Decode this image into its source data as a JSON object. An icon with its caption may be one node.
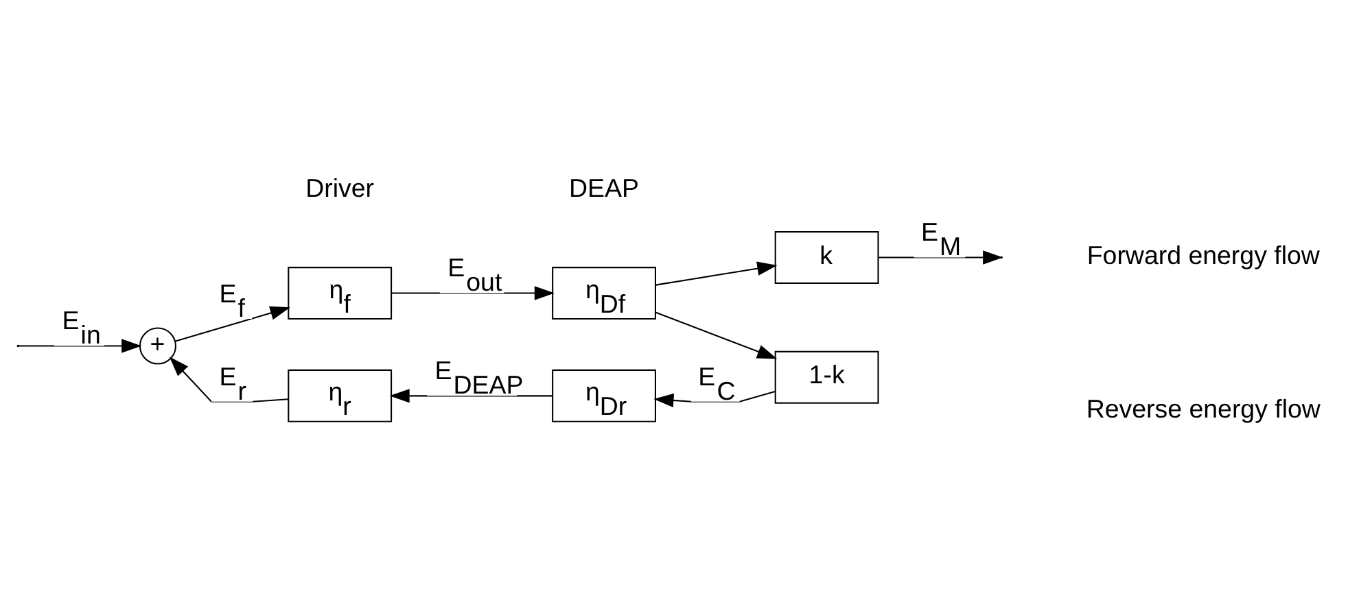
{
  "diagram": {
    "nodes": [
      {
        "text": [
          "+"
        ]
      },
      {
        "text": [
          "η$_{f}$"
        ]
      },
      {
        "text": [
          "η$_{Df}$"
        ]
      },
      {
        "text": [
          "k"
        ]
      },
      {
        "text": [
          "1-k"
        ]
      },
      {
        "text": [
          "η$_{Dr}$"
        ]
      },
      {
        "text": [
          "η$_{r}$"
        ]
      }
    ],
    "edges": [
      {
        "from": null,
        "to": 0,
        "arrow": "to",
        "label": "E$_{in}$"
      },
      {
        "from": 0,
        "to": 1,
        "arrow": "to",
        "label": "E$_{f}$"
      },
      {
        "from": 1,
        "to": 2,
        "arrow": "to",
        "label": "E$_{out}$"
      },
      {
        "from": 2,
        "to": 3,
        "arrow": "to"
      },
      {
        "from": 2,
        "to": 4,
        "arrow": "to"
      },
      {
        "from": 3,
        "to": null,
        "arrow": "to",
        "label": "E$_{M}$"
      },
      {
        "from": 4,
        "to": 5,
        "arrow": "to",
        "label": "E$_{C}$"
      },
      {
        "from": 5,
        "to": 6,
        "arrow": "to",
        "label": "E$_{DEAP}$"
      },
      {
        "from": 6,
        "to": 0,
        "arrow": "to",
        "label": "E$_{r}$"
      }
    ],
    "labels": [
      "Driver",
      "DEAP",
      "Forward energy flow",
      "Reverse energy flow"
    ]
  }
}
